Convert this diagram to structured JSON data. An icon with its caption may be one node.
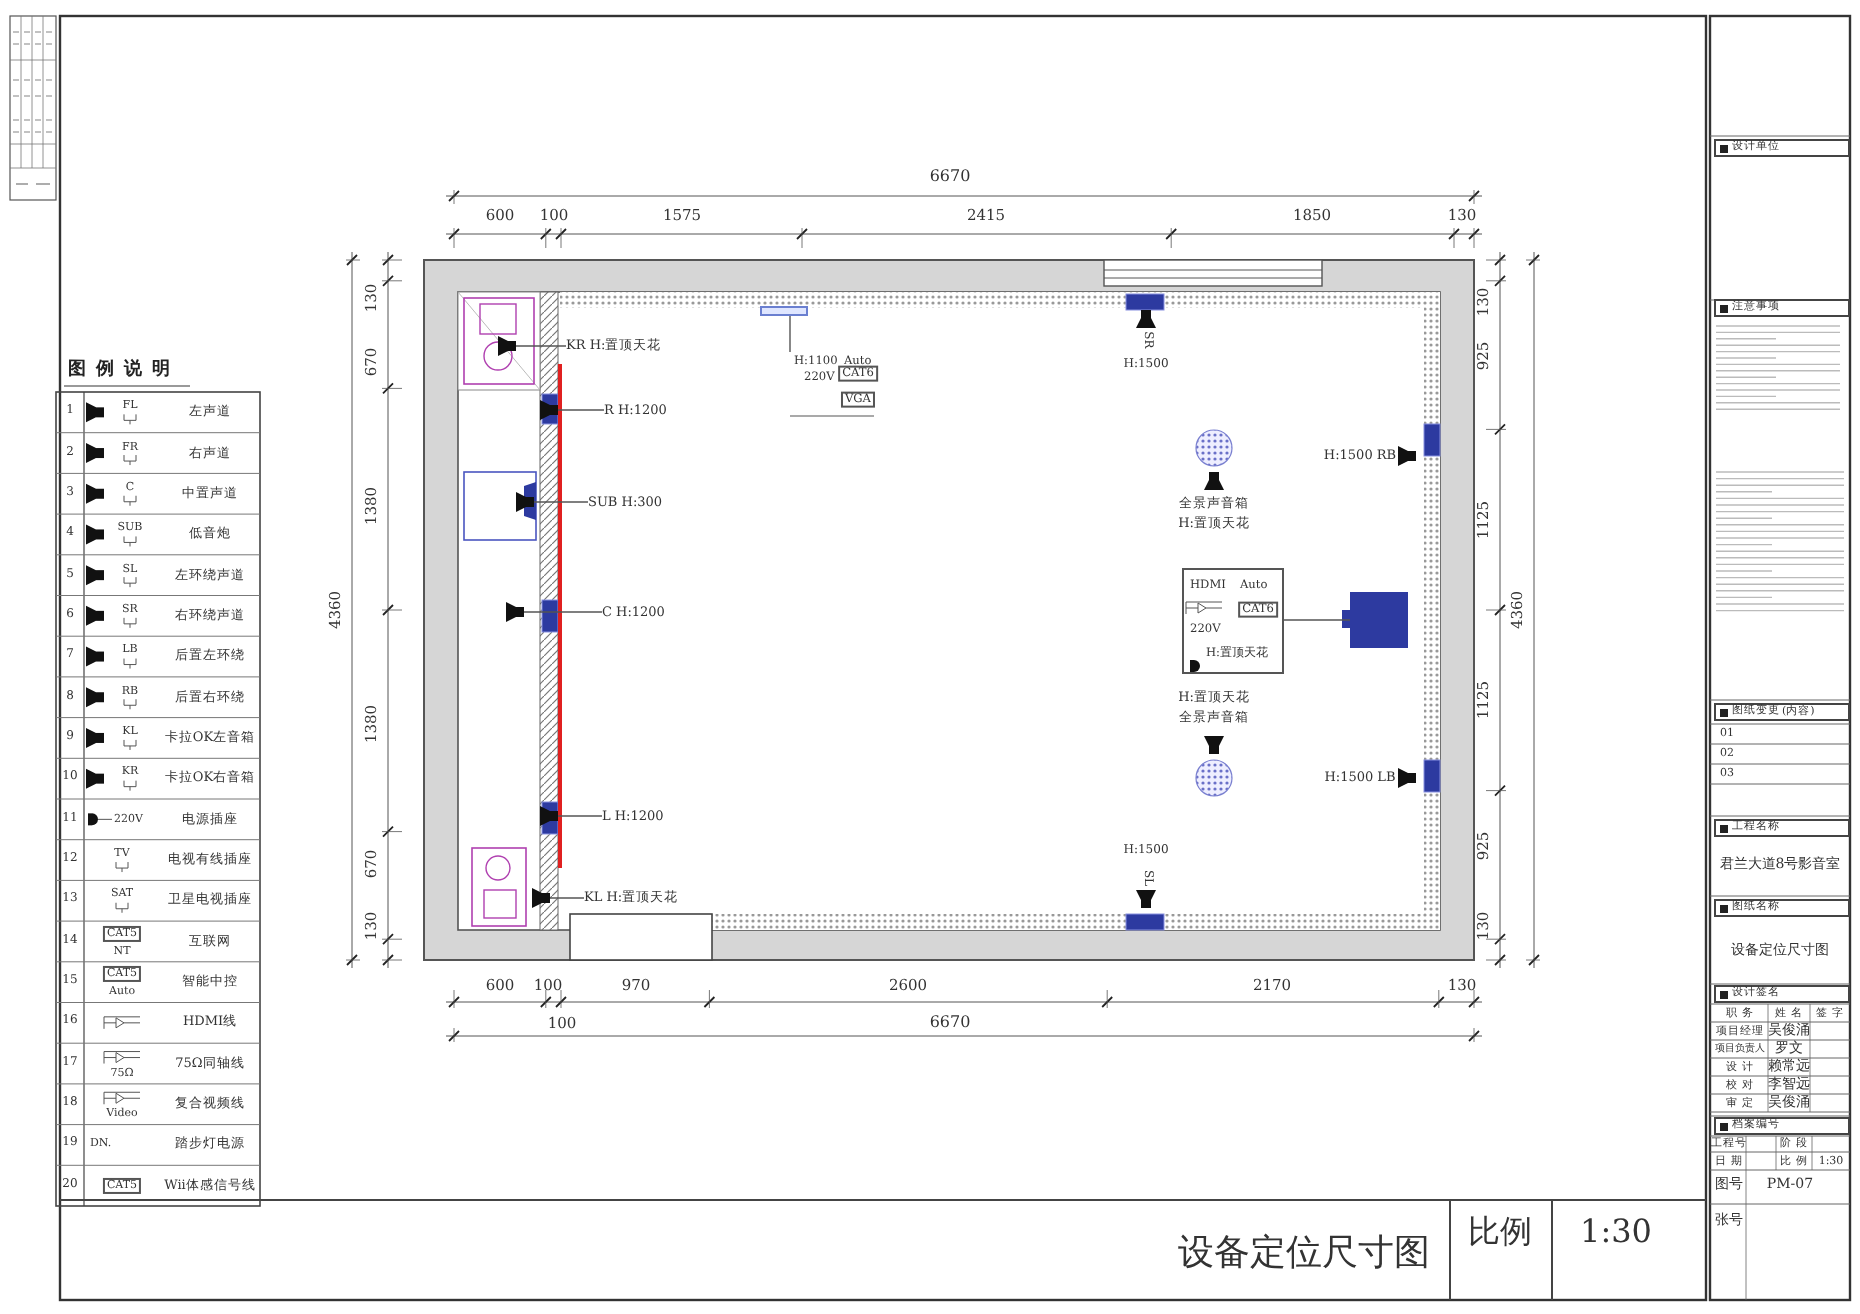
{
  "diagram": {
    "title": "设备定位尺寸图",
    "nodes": [
      {
        "text": [
          "HDMI",
          "Auto",
          "CAT6",
          "220V",
          "H:置顶天花"
        ]
      },
      {
        "text": [],
        "shape": "box"
      },
      {
        "text": [
          "H:1100",
          "Auto",
          "220V",
          "CAT6",
          "VGA"
        ]
      },
      {
        "text": [],
        "shape": "box"
      },
      {
        "text": [
          "KR H:置顶天花"
        ]
      },
      {
        "text": [
          "R H:1200"
        ]
      },
      {
        "text": [
          "SUB H:300"
        ]
      },
      {
        "text": [
          "C H:1200"
        ]
      },
      {
        "text": [
          "L H:1200"
        ]
      },
      {
        "text": [
          "KL H:置顶天花"
        ]
      },
      {
        "text": [],
        "shape": "speaker"
      },
      {
        "text": [],
        "shape": "speaker"
      },
      {
        "text": [],
        "shape": "speaker"
      },
      {
        "text": [],
        "shape": "speaker"
      },
      {
        "text": [],
        "shape": "speaker"
      },
      {
        "text": [],
        "shape": "speaker"
      }
    ],
    "edges": [
      {
        "from": 0,
        "to": 1,
        "arrow": "none"
      },
      {
        "from": 2,
        "to": 3,
        "arrow": "none"
      },
      {
        "from": 4,
        "to": 10,
        "arrow": "none"
      },
      {
        "from": 5,
        "to": 11,
        "arrow": "none"
      },
      {
        "from": 6,
        "to": 12,
        "arrow": "none"
      },
      {
        "from": 7,
        "to": 13,
        "arrow": "none"
      },
      {
        "from": 8,
        "to": 14,
        "arrow": "none"
      },
      {
        "from": 9,
        "to": 15,
        "arrow": "none"
      }
    ],
    "labels": [
      "图例说明",
      "1",
      "FL",
      "左声道",
      "2",
      "FR",
      "右声道",
      "3",
      "C",
      "中置声道",
      "4",
      "SUB",
      "低音炮",
      "5",
      "SL",
      "左环绕声道",
      "6",
      "SR",
      "右环绕声道",
      "7",
      "LB",
      "后置左环绕",
      "8",
      "RB",
      "后置右环绕",
      "9",
      "KL",
      "卡拉OK左音箱",
      "10",
      "KR",
      "卡拉OK右音箱",
      "11",
      "220V",
      "电源插座",
      "12",
      "TV",
      "电视有线插座",
      "13",
      "SAT",
      "卫星电视插座",
      "14",
      "CAT5",
      "NT",
      "互联网",
      "15",
      "CAT5",
      "Auto",
      "智能中控",
      "16",
      "HDMI线",
      "17",
      "75Ω",
      "75Ω同轴线",
      "18",
      "Video",
      "复合视频线",
      "19",
      "DN.",
      "踏步灯电源",
      "20",
      "CAT5",
      "Wii体感信号线",
      "6670",
      "600",
      "100",
      "1575",
      "2415",
      "1850",
      "130",
      "130",
      "670",
      "1380",
      "1380",
      "670",
      "130",
      "4360",
      "130",
      "925",
      "1125",
      "1125",
      "925",
      "130",
      "4360",
      "600",
      "100",
      "970",
      "2600",
      "2170",
      "130",
      "100",
      "6670",
      "SR",
      "H:1500",
      "全景声音箱",
      "H:置顶天花",
      "H:1500 RB",
      "H:1500 LB",
      "H:置顶天花",
      "全景声音箱",
      "H:1500",
      "SL",
      "比例",
      "1:30",
      "设计单位",
      "注意事项",
      "图纸变更",
      "(内容)",
      "01",
      "02",
      "03",
      "工程名称",
      "君兰大道8号影音室",
      "图纸名称",
      "设备定位尺寸图",
      "设计签名",
      "职 务",
      "姓 名",
      "签 字",
      "项目经理",
      "吴俊涌",
      "项目负责人",
      "罗文",
      "设 计",
      "赖常远",
      "校 对",
      "李智远",
      "审 定",
      "吴俊涌",
      "档案编号",
      "工程号",
      "阶 段",
      "日 期",
      "比 例",
      "1:30",
      "图号",
      "PM-07",
      "张号"
    ]
  }
}
